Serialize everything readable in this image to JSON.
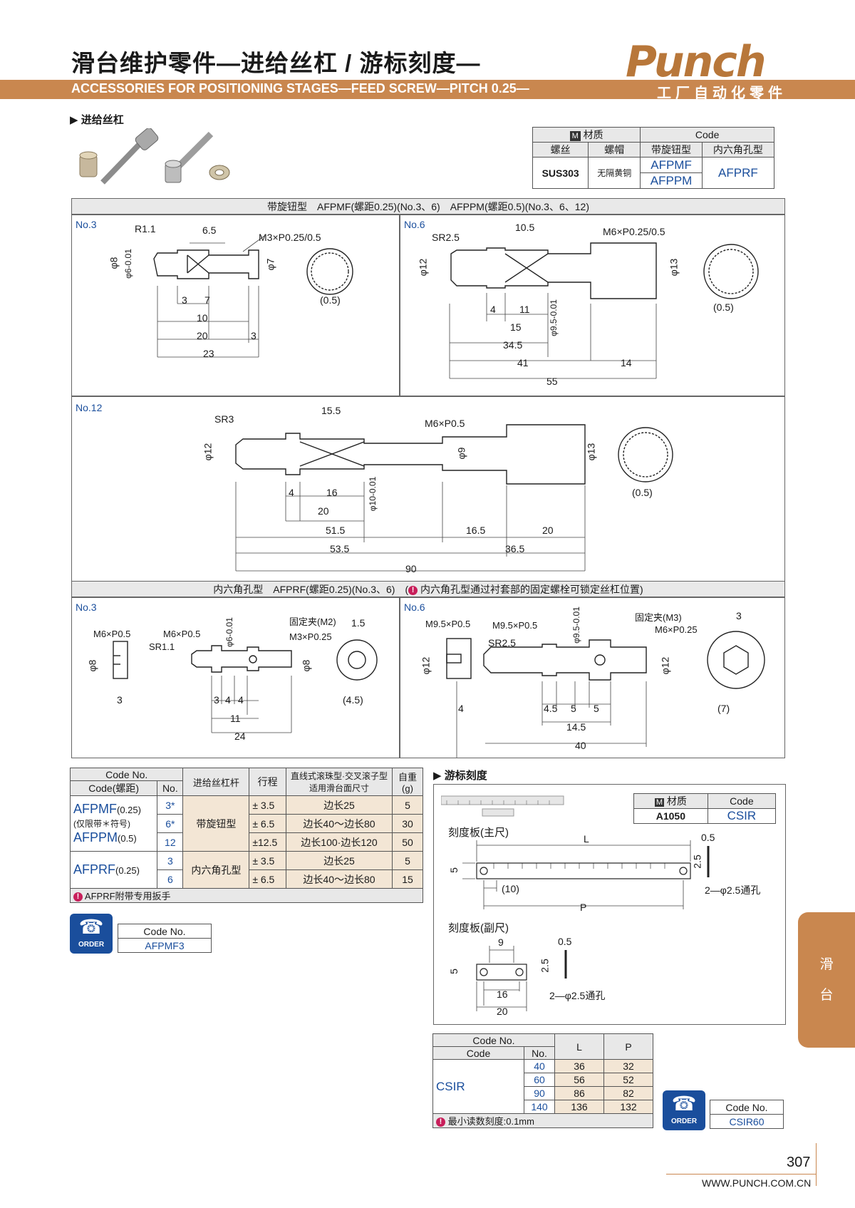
{
  "header": {
    "title_zh": "滑台维护零件—进给丝杠 / 游标刻度—",
    "title_en": "ACCESSORIES FOR POSITIONING STAGES—FEED SCREW—PITCH 0.25—",
    "brand": "Punch",
    "brand_sub": "工厂自动化零件"
  },
  "feed_screw": {
    "section_label": "进给丝杠",
    "material_table": {
      "m_label": "M",
      "h_material": "材质",
      "h_code": "Code",
      "h_screw": "螺丝",
      "h_cap": "螺帽",
      "h_knob": "带旋钮型",
      "h_hex": "内六角孔型",
      "screw_mat": "SUS303",
      "cap_mat": "无隔黄铜",
      "code_knob_1": "AFPMF",
      "code_knob_2": "AFPPM",
      "code_hex": "AFPRF"
    },
    "knob_strip": "带旋钮型　AFPMF(螺距0.25)(No.3、6)　AFPPM(螺距0.5)(No.3、6、12)",
    "hex_strip": "内六角孔型　AFPRF(螺距0.25)(No.3、6)",
    "hex_strip_note": "内六角孔型通过衬套部的固定螺栓可锁定丝杠位置)",
    "no3": "No.3",
    "no6": "No.6",
    "no12": "No.12",
    "d_k3": {
      "r": "R1.1",
      "a": "6.5",
      "thread": "M3×P0.25/0.5",
      "d8": "φ8",
      "d6": "φ6-0.01",
      "d7": "φ7",
      "g": "(0.5)",
      "l3": "3",
      "l7": "7",
      "l10": "10",
      "l20": "20",
      "l3b": "3",
      "l23": "23"
    },
    "d_k6": {
      "sr": "SR2.5",
      "a": "10.5",
      "thread": "M6×P0.25/0.5",
      "d12": "φ12",
      "d13": "φ13",
      "g": "(0.5)",
      "l4": "4",
      "l11": "11",
      "d95": "φ9.5-0.01",
      "l15": "15",
      "l345": "34.5",
      "l41": "41",
      "l14": "14",
      "l55": "55"
    },
    "d_k12": {
      "sr": "SR3",
      "a": "15.5",
      "thread": "M6×P0.5",
      "d12": "φ12",
      "d9": "φ9",
      "d13": "φ13",
      "g": "(0.5)",
      "l4": "4",
      "l16": "16",
      "d10": "φ10-0.01",
      "l20": "20",
      "l515": "51.5",
      "l165": "16.5",
      "l20b": "20",
      "l535": "53.5",
      "l365": "36.5",
      "l90": "90"
    },
    "d_h3": {
      "m6a": "M6×P0.5",
      "m6b": "M6×P0.5",
      "sr": "SR1.1",
      "d6": "φ6-0.01",
      "clamp": "固定夹(M2)",
      "m3": "M3×P0.25",
      "w15": "1.5",
      "d8": "φ8",
      "d8b": "φ8",
      "l3": "3",
      "l3b": "3",
      "l4a": "4",
      "l4b": "4",
      "l11": "11",
      "l24": "24",
      "g": "(4.5)"
    },
    "d_h6": {
      "m95a": "M9.5×P0.5",
      "m95b": "M9.5×P0.5",
      "d95": "φ9.5-0.01",
      "clamp": "固定夹(M3)",
      "m6": "M6×P0.25",
      "w3": "3",
      "sr": "SR2.5",
      "d12": "φ12",
      "d12b": "φ12",
      "l4": "4",
      "l45": "4.5",
      "l5a": "5",
      "l5b": "5",
      "l145": "14.5",
      "l40": "40",
      "g": "(7)"
    }
  },
  "spec_table": {
    "h_codeno": "Code No.",
    "h_code": "Code(螺距)",
    "h_no": "No.",
    "h_rod": "进给丝杠杆",
    "h_stroke": "行程",
    "h_size": "直线式滚珠型·交叉滚子型 适用滑台面尺寸",
    "h_weight": "自重(g)",
    "code_a1": "AFPMF",
    "code_a1_p": "(0.25)",
    "code_a_note": "(仅限带＊符号)",
    "code_a2": "AFPPM",
    "code_a2_p": "(0.5)",
    "code_b": "AFPRF",
    "code_b_p": "(0.25)",
    "type_a": "带旋钮型",
    "type_b": "内六角孔型",
    "rows": [
      {
        "no": "3*",
        "stroke": "± 3.5",
        "size": "边长25",
        "w": "5"
      },
      {
        "no": "6*",
        "stroke": "± 6.5",
        "size": "边长40～边长80",
        "w": "30"
      },
      {
        "no": "12",
        "stroke": "±12.5",
        "size": "边长100·边长120",
        "w": "50"
      },
      {
        "no": "3",
        "stroke": "± 3.5",
        "size": "边长25",
        "w": "5"
      },
      {
        "no": "6",
        "stroke": "± 6.5",
        "size": "边长40～边长80",
        "w": "15"
      }
    ],
    "note": "AFPRF附带专用扳手"
  },
  "order1": {
    "label": "ORDER",
    "h": "Code No.",
    "v": "AFPMF3"
  },
  "vernier": {
    "section_label": "游标刻度",
    "mat": {
      "m_label": "M",
      "h_material": "材质",
      "h_code": "Code",
      "mat": "A1050",
      "code": "CSIR"
    },
    "main_label": "刻度板(主尺)",
    "sub_label": "刻度板(副尺)",
    "main": {
      "L": "L",
      "t": "0.5",
      "h25": "2.5",
      "h5": "5",
      "l10": "(10)",
      "holes": "2—φ2.5通孔",
      "P": "P"
    },
    "sub": {
      "l9": "9",
      "t": "0.5",
      "h25": "2.5",
      "h5": "5",
      "l16": "16",
      "holes": "2—φ2.5通孔",
      "l20": "20"
    }
  },
  "csir_table": {
    "h_codeno": "Code No.",
    "h_code": "Code",
    "h_no": "No.",
    "h_L": "L",
    "h_P": "P",
    "code": "CSIR",
    "rows": [
      {
        "no": "40",
        "L": "36",
        "P": "32"
      },
      {
        "no": "60",
        "L": "56",
        "P": "52"
      },
      {
        "no": "90",
        "L": "86",
        "P": "82"
      },
      {
        "no": "140",
        "L": "136",
        "P": "132"
      }
    ],
    "note": "最小读数刻度:0.1mm"
  },
  "order2": {
    "label": "ORDER",
    "h": "Code No.",
    "v": "CSIR60"
  },
  "side_tab": {
    "l1": "滑",
    "l2": "台"
  },
  "footer": {
    "page": "307",
    "url": "WWW.PUNCH.COM.CN"
  }
}
